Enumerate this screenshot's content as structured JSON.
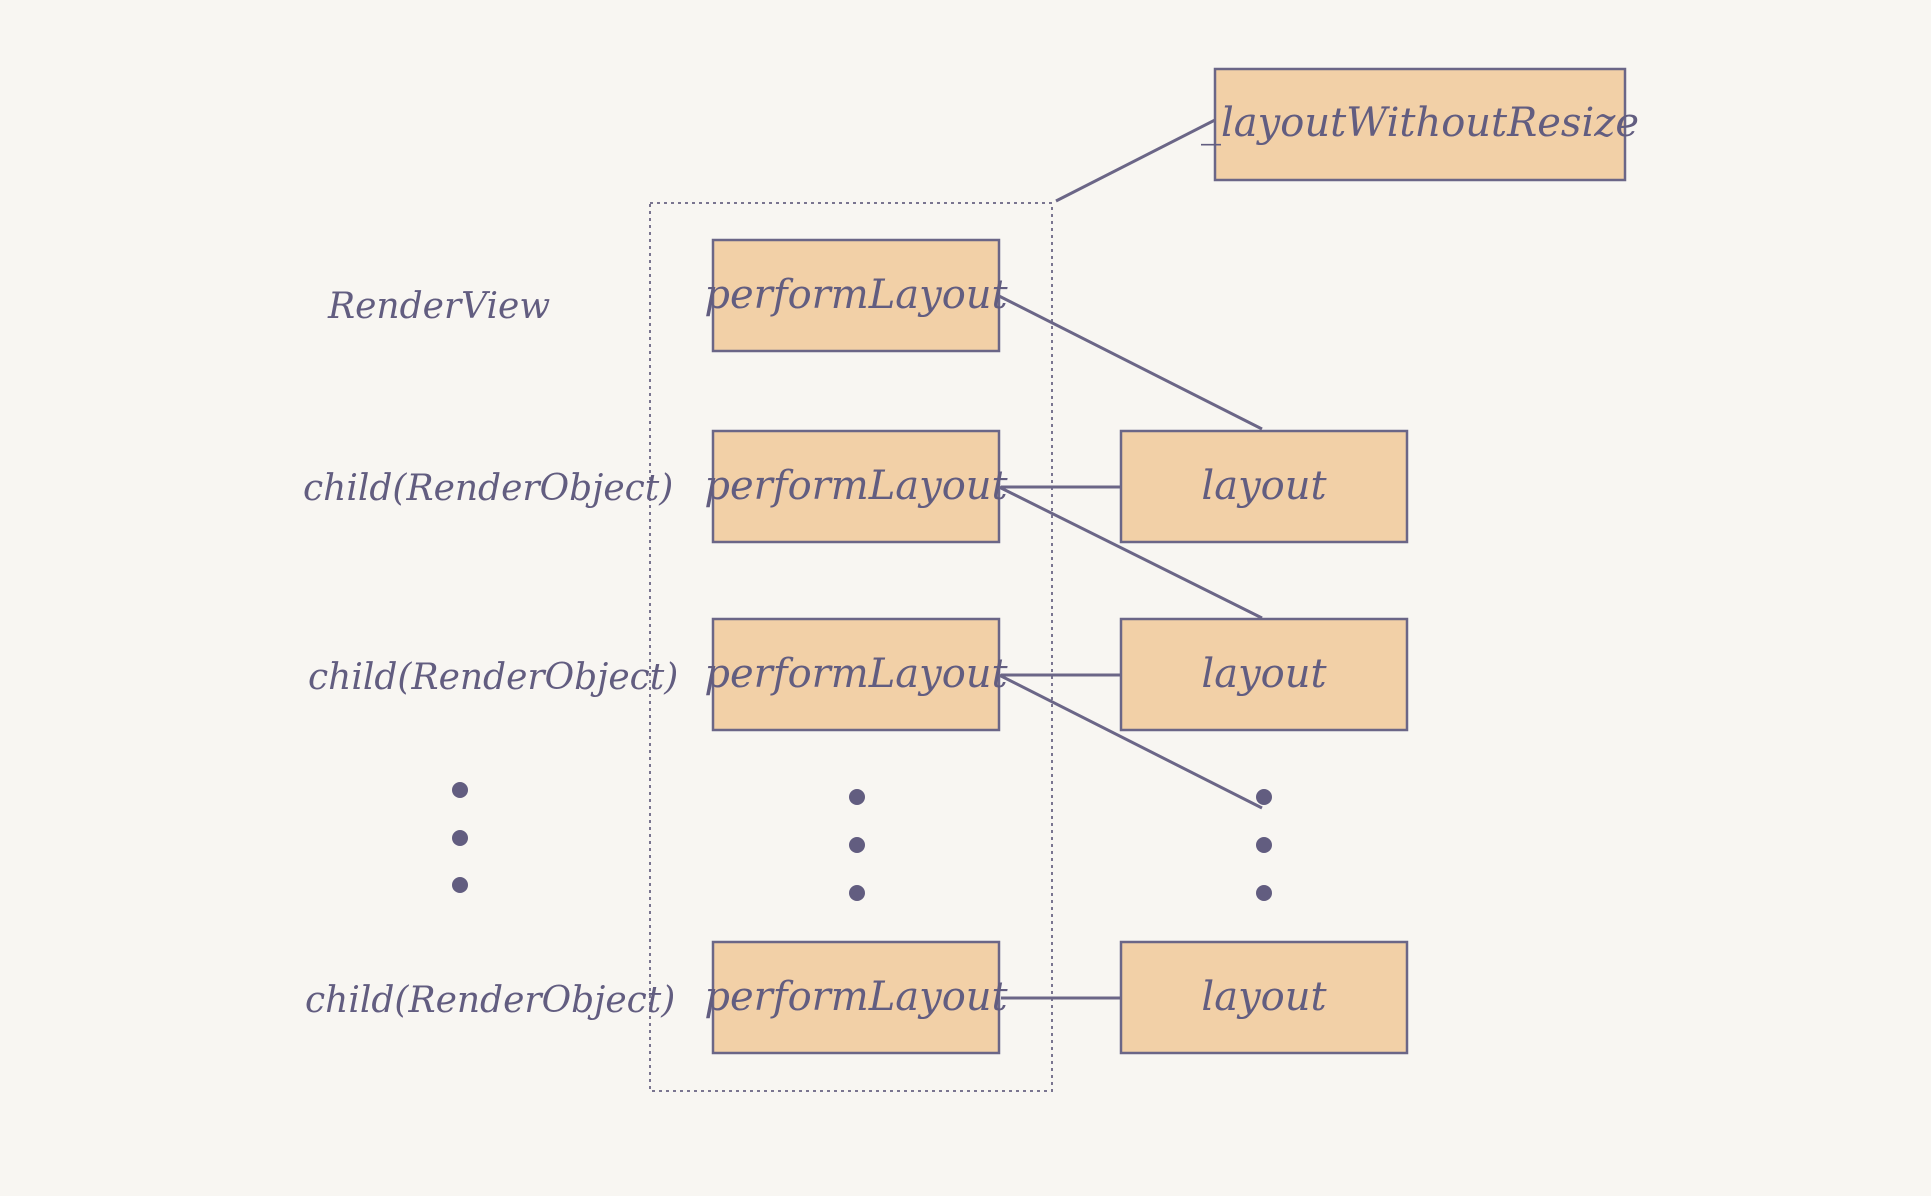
{
  "diagram": {
    "top_box": {
      "label": "_layoutWithoutResize"
    },
    "row_labels": [
      "RenderView",
      "child(RenderObject)",
      "child(RenderObject)",
      "child(RenderObject)"
    ],
    "perform_boxes": [
      "performLayout",
      "performLayout",
      "performLayout",
      "performLayout"
    ],
    "layout_boxes": [
      "layout",
      "layout",
      "layout"
    ],
    "colors": {
      "box_fill": "#f2d0a7",
      "stroke": "#6b6687",
      "text": "#625d80",
      "background": "#f8f6f2"
    }
  }
}
